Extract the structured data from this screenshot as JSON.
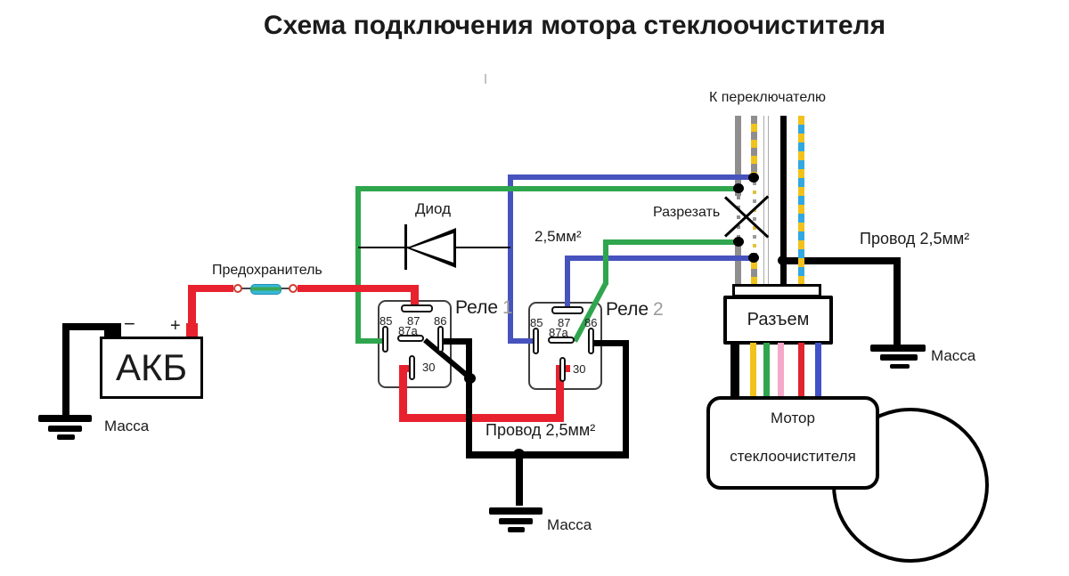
{
  "title": "Схема подключения мотора стеклоочистителя",
  "labels": {
    "to_switch": "К переключателю",
    "cut": "Разрезать",
    "diode": "Диод",
    "fuse": "Предохранитель",
    "cross_section": "2,5мм²",
    "wire_25": "Провод 2,5мм²",
    "ground": "Масса",
    "connector": "Разъем"
  },
  "battery": {
    "name": "АКБ",
    "minus": "−",
    "plus": "+"
  },
  "relays": {
    "relay1": {
      "name": "Реле",
      "number": "1"
    },
    "relay2": {
      "name": "Реле",
      "number": "2"
    },
    "pins": {
      "p85": "85",
      "p87": "87",
      "p86": "86",
      "p87a": "87a",
      "p30": "30"
    }
  },
  "motor": {
    "line1": "Мотор",
    "line2": "стеклоочистителя"
  },
  "colors": {
    "red": "#e8212e",
    "green": "#2fa64e",
    "blue": "#4753bd",
    "gray": "#8e8e8e",
    "yellow": "#f2c21c",
    "cyan_dash": "#31a8e0",
    "pink": "#f6a8c9",
    "black": "#000000",
    "fuse_body": "#38b8d8",
    "fuse_stripe": "#3aa757"
  }
}
